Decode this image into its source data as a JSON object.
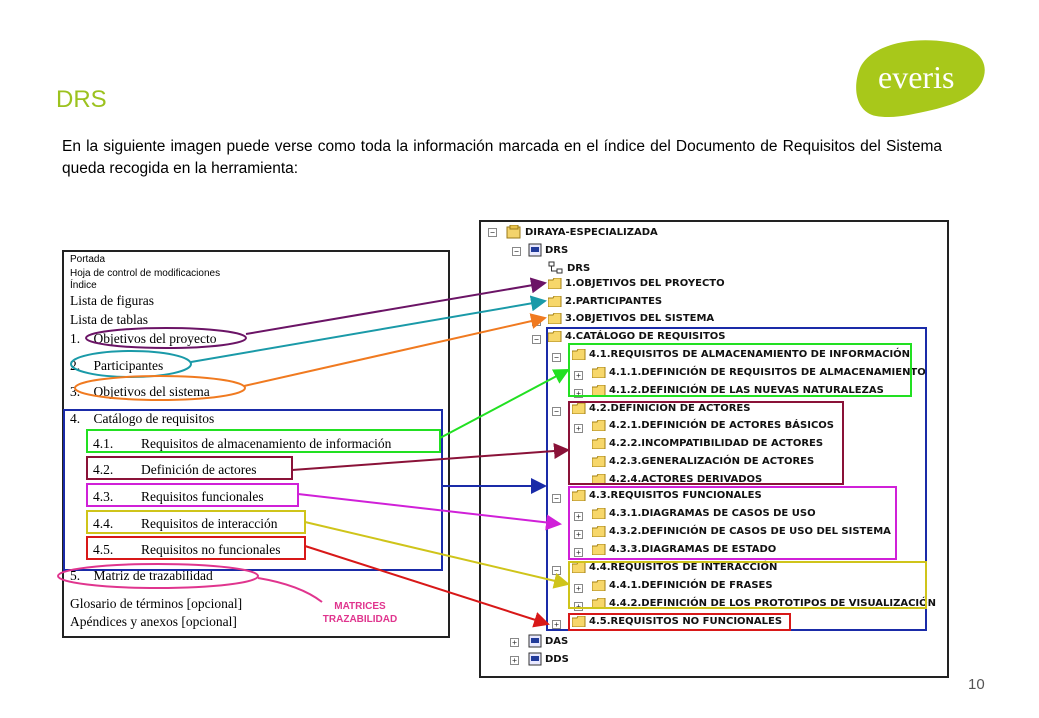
{
  "slide": {
    "title": "DRS",
    "intro": "En la siguiente imagen puede verse como toda la información marcada en el índice del Documento de Requisitos del Sistema queda recogida en la herramienta:",
    "page_number": "10",
    "logo_text": "everis"
  },
  "index": {
    "small_lines": [
      "Portada",
      "Hoja de control de modificaciones",
      "Índice"
    ],
    "lists": [
      "Lista de figuras",
      "Lista de tablas"
    ],
    "sections": [
      {
        "num": "1.",
        "label": "Objetivos del proyecto"
      },
      {
        "num": "2.",
        "label": "Participantes"
      },
      {
        "num": "3.",
        "label": "Objetivos del sistema"
      },
      {
        "num": "4.",
        "label": "Catálogo de requisitos"
      }
    ],
    "subsections": [
      {
        "num": "4.1.",
        "label": "Requisitos de almacenamiento de información"
      },
      {
        "num": "4.2.",
        "label": "Definición de actores"
      },
      {
        "num": "4.3.",
        "label": "Requisitos funcionales"
      },
      {
        "num": "4.4.",
        "label": "Requisitos de interacción"
      },
      {
        "num": "4.5.",
        "label": "Requisitos no funcionales"
      }
    ],
    "section5": {
      "num": "5.",
      "label": "Matriz de trazabilidad"
    },
    "extras": [
      "Glosario de términos [opcional]",
      "Apéndices y anexos [opcional]"
    ]
  },
  "annotation": {
    "line1": "MATRICES",
    "line2": "TRAZABILIDAD",
    "color": "#e0358e"
  },
  "tree": {
    "root": "DIRAYA-ESPECIALIZADA",
    "drs": "DRS",
    "drs_model": "DRS",
    "objetivos_proyecto": "1.OBJETIVOS DEL PROYECTO",
    "participantes": "2.PARTICIPANTES",
    "objetivos_sistema": "3.OBJETIVOS DEL SISTEMA",
    "catalogo": "4.CATÁLOGO DE REQUISITOS",
    "r41": "4.1.REQUISITOS DE ALMACENAMIENTO DE INFORMACIÓN",
    "r411": "4.1.1.DEFINICIÓN DE REQUISITOS DE ALMACENAMIENTO",
    "r412": "4.1.2.DEFINICIÓN DE LAS NUEVAS NATURALEZAS",
    "r42": "4.2.DEFINICIÓN DE ACTORES",
    "r421": "4.2.1.DEFINICIÓN DE ACTORES BÁSICOS",
    "r422": "4.2.2.INCOMPATIBILIDAD DE ACTORES",
    "r423": "4.2.3.GENERALIZACIÓN DE ACTORES",
    "r424": "4.2.4.ACTORES DERIVADOS",
    "r43": "4.3.REQUISITOS FUNCIONALES",
    "r431": "4.3.1.DIAGRAMAS DE CASOS DE USO",
    "r432": "4.3.2.DEFINICIÓN DE CASOS DE USO DEL SISTEMA",
    "r433": "4.3.3.DIAGRAMAS DE ESTADO",
    "r44": "4.4.REQUISITOS DE INTERACCIÓN",
    "r441": "4.4.1.DEFINICIÓN DE FRASES",
    "r442": "4.4.2.DEFINICIÓN DE LOS PROTOTIPOS DE VISUALIZACIÓN",
    "r45": "4.5.REQUISITOS NO FUNCIONALES",
    "das": "DAS",
    "dds": "DDS"
  },
  "colors": {
    "title": "#9cc21e",
    "logo": "#a8c81a",
    "purple": "#6b1466",
    "teal": "#1a9aa8",
    "orange": "#f07a20",
    "blue": "#1a2ba8",
    "green": "#22e022",
    "maroon": "#8a1238",
    "magenta": "#d020d8",
    "olive": "#cfc41a",
    "red": "#d81818",
    "pink": "#e0358e"
  }
}
